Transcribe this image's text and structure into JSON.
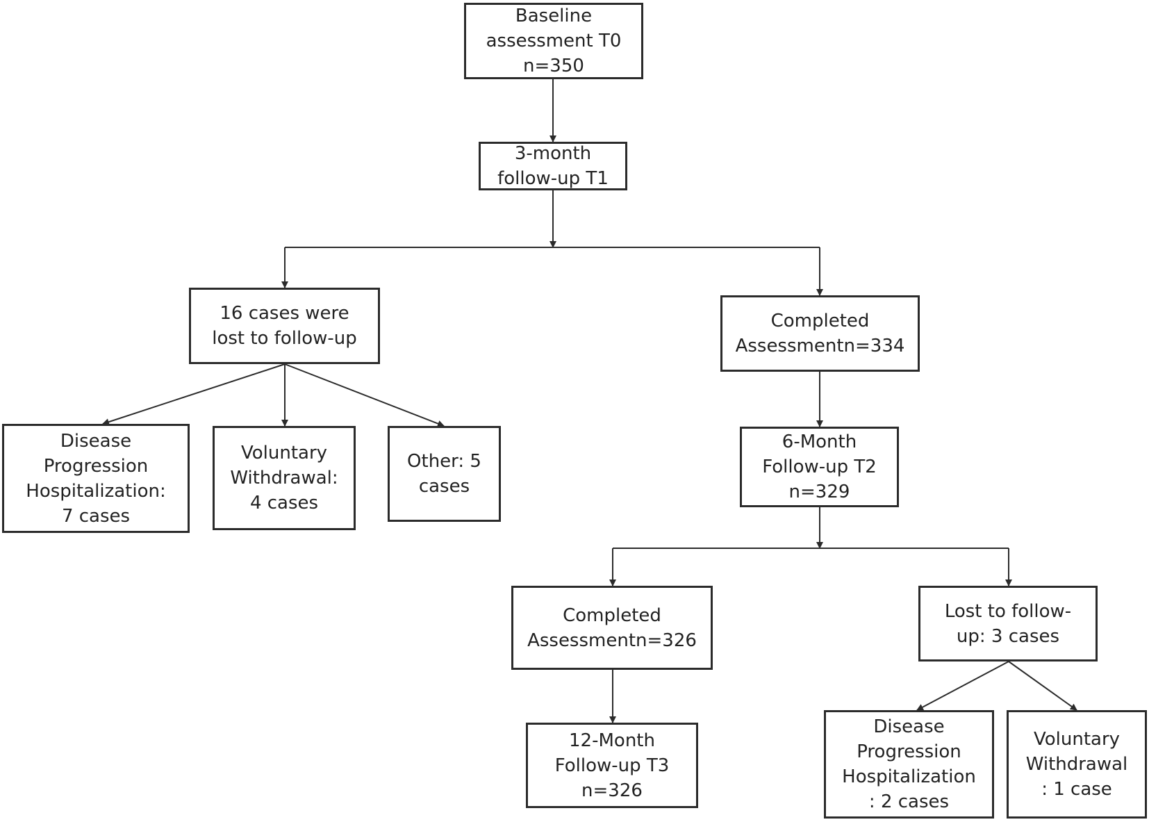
{
  "colors": {
    "line": "#2b2b2b",
    "text": "#222222",
    "background": "#ffffff"
  },
  "boxes": {
    "baseline": [
      "Baseline",
      "assessment T0",
      "n=350"
    ],
    "followup_3m": [
      "3-month",
      "follow-up T1"
    ],
    "lost_t1": [
      "16 cases were",
      "lost to follow-up"
    ],
    "completed_t1": [
      "Completed",
      "Assessmentn=334"
    ],
    "lost_t1_disease": [
      "Disease",
      "Progression",
      "Hospitalization:",
      "7 cases"
    ],
    "lost_t1_voluntary": [
      "Voluntary",
      "Withdrawal:",
      "4 cases"
    ],
    "lost_t1_other": [
      "Other: 5",
      "cases"
    ],
    "followup_6m": [
      "6-Month",
      "Follow-up T2",
      "n=329"
    ],
    "completed_t2": [
      "Completed",
      "Assessmentn=326"
    ],
    "lost_t2": [
      "Lost to follow-",
      "up: 3 cases"
    ],
    "followup_12m": [
      "12-Month",
      "Follow-up T3",
      "n=326"
    ],
    "lost_t2_disease": [
      "Disease",
      "Progression",
      "Hospitalization",
      ": 2 cases"
    ],
    "lost_t2_voluntary": [
      "Voluntary",
      "Withdrawal",
      ": 1 case"
    ]
  }
}
